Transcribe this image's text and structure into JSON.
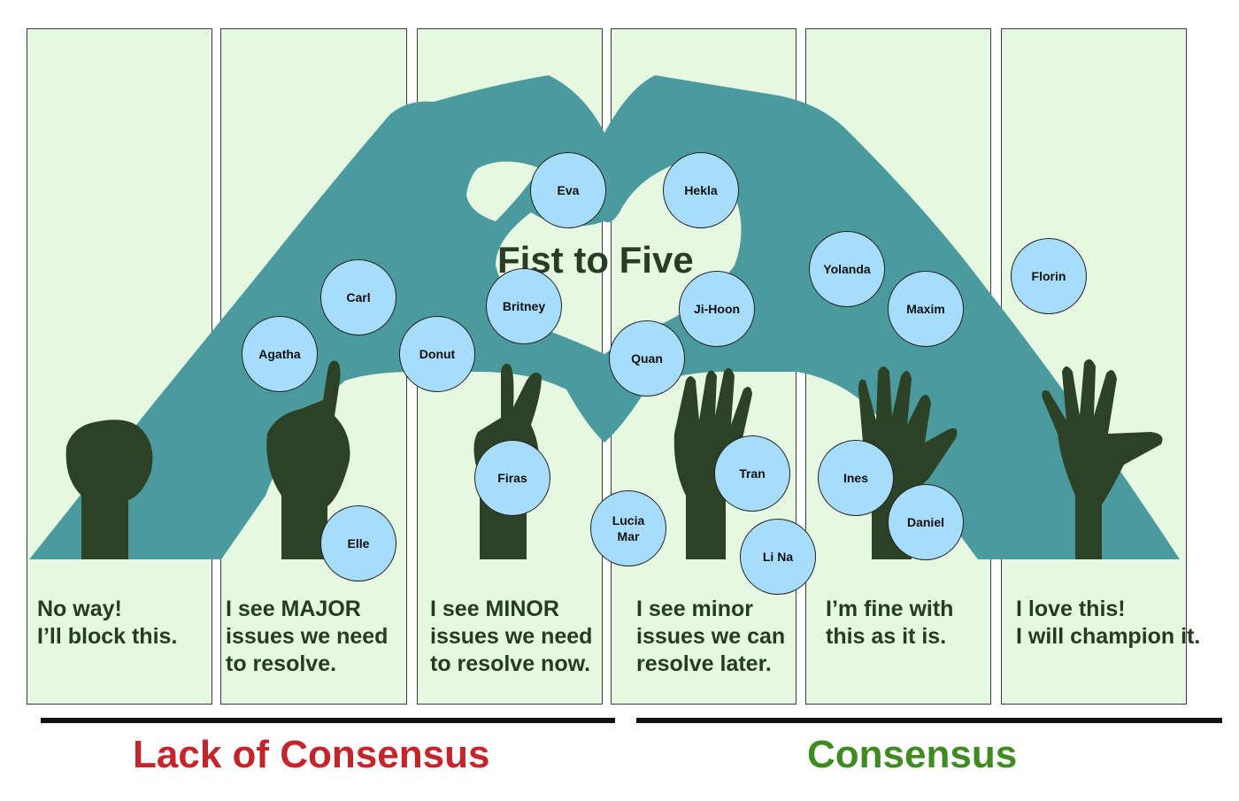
{
  "title": "Fist to Five",
  "columns": [
    {
      "lines": [
        "No way!",
        "I’ll block this."
      ]
    },
    {
      "lines": [
        "I see MAJOR",
        "issues we need",
        "to resolve."
      ]
    },
    {
      "lines": [
        "I see MINOR",
        "issues we need",
        "to resolve now."
      ]
    },
    {
      "lines": [
        "I see minor",
        "issues we can",
        "resolve later."
      ]
    },
    {
      "lines": [
        "I’m fine with",
        "this as it is."
      ]
    },
    {
      "lines": [
        "I love this!",
        "I will champion it."
      ]
    }
  ],
  "stickies": [
    {
      "lines": [
        "Agatha"
      ],
      "column": 1
    },
    {
      "lines": [
        "Carl"
      ],
      "column": 1
    },
    {
      "lines": [
        "Elle"
      ],
      "column": 1
    },
    {
      "lines": [
        "Donut"
      ],
      "column": 2
    },
    {
      "lines": [
        "Britney"
      ],
      "column": 2
    },
    {
      "lines": [
        "Eva"
      ],
      "column": 2
    },
    {
      "lines": [
        "Firas"
      ],
      "column": 2
    },
    {
      "lines": [
        "Hekla"
      ],
      "column": 3
    },
    {
      "lines": [
        "Ji-Hoon"
      ],
      "column": 3
    },
    {
      "lines": [
        "Quan"
      ],
      "column": 3
    },
    {
      "lines": [
        "Tran"
      ],
      "column": 3
    },
    {
      "lines": [
        "Lucia",
        "Mar"
      ],
      "column": 3
    },
    {
      "lines": [
        "Li Na"
      ],
      "column": 3
    },
    {
      "lines": [
        "Yolanda"
      ],
      "column": 4
    },
    {
      "lines": [
        "Maxim"
      ],
      "column": 4
    },
    {
      "lines": [
        "Ines"
      ],
      "column": 4
    },
    {
      "lines": [
        "Daniel"
      ],
      "column": 4
    },
    {
      "lines": [
        "Florin"
      ],
      "column": 5
    }
  ],
  "groups": {
    "lack": {
      "label": "Lack of Consensus",
      "color": "#c4252b"
    },
    "consensus": {
      "label": "Consensus",
      "color": "#3f8b22"
    }
  },
  "colors": {
    "column_fill": "#e6f8e1",
    "heart_hands": "#4a9a9e",
    "raised_hands": "#2d4126",
    "sticky_fill": "#a7dcfb"
  }
}
